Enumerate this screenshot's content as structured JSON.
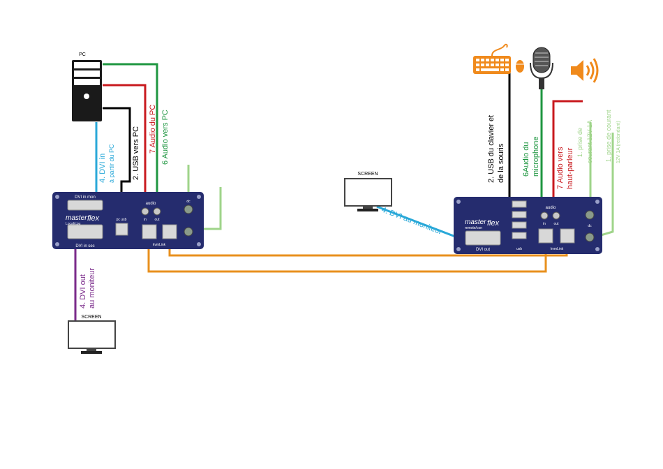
{
  "labels": {
    "pc": "PC",
    "screen_local": "SCREEN",
    "screen_mid": "SCREEN",
    "dvi_in_1": "4. DVI in",
    "dvi_in_2": "à partir du PC",
    "usb_pc": "2. USB vers PC",
    "audio_pc": "7 Audio du  PC",
    "audio_vers_pc": "6 Audio vers PC",
    "dvi_out_1": "4. DVI out",
    "dvi_out_2": "au moniteur",
    "dvi_moniteur": "4. DVI au moniteur",
    "usb_clavier_1": "2. USB du clavier et",
    "usb_clavier_2": "de la souris",
    "audio_micro_1": "6Audio du",
    "audio_micro_2": "microphone",
    "audio_hp_1": "7 Audio vers",
    "audio_hp_2": "haut-parleur",
    "prise_1a": "1. prise de",
    "prise_1b": "courant 12V  1A",
    "prise_2a": "1. prise de courant",
    "prise_2b": "12V  1A (redondant)"
  },
  "local_unit": {
    "brand": "master",
    "brand_script": "flex",
    "model": "Local/cpu",
    "port_dvi_mon": "DVI in mon",
    "port_dvi_sec": "DVI in sec",
    "port_usb": "pc usb",
    "port_audio": "audio",
    "port_in": "in",
    "port_out": "out",
    "port_kvmlink": "kvmLink",
    "port_dc": "dc"
  },
  "remote_unit": {
    "brand": "master",
    "brand_script": "flex",
    "model": "remote/con",
    "port_dvi_out": "DVI out",
    "port_usb": "usb",
    "port_audio": "audio",
    "port_in": "in",
    "port_out": "out",
    "port_kvmlink": "kvmLink",
    "port_dc": "dc"
  },
  "colors": {
    "dvi": "#29a8d8",
    "usb": "#000000",
    "audio_in": "#c8191e",
    "audio_out": "#1e9640",
    "kvmlink": "#e8901e",
    "dvi_out": "#7a2a8a",
    "power": "#9fd48a",
    "unit": "#252c6e"
  }
}
